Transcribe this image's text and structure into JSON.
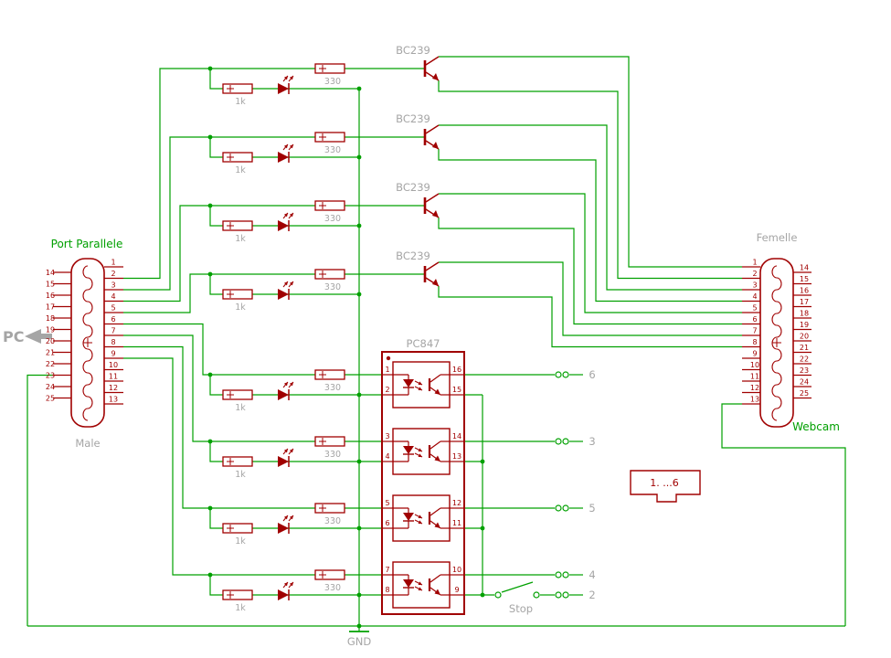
{
  "colors": {
    "wire": "#00A000",
    "component": "#A00000",
    "label_gray": "#A5A5A5",
    "label_green": "#00A000"
  },
  "pc": {
    "label": "PC"
  },
  "left_connector": {
    "title": "Port Parallele",
    "subtitle": "Male",
    "right_pins": [
      1,
      2,
      3,
      4,
      5,
      6,
      7,
      8,
      9,
      10,
      11,
      12,
      13
    ],
    "left_pins": [
      14,
      15,
      16,
      17,
      18,
      19,
      20,
      21,
      22,
      23,
      24,
      25
    ]
  },
  "right_connector": {
    "title": "Femelle",
    "subtitle": "Webcam",
    "left_pins": [
      1,
      2,
      3,
      4,
      5,
      6,
      7,
      8,
      9,
      10,
      11,
      12,
      13
    ],
    "right_pins": [
      14,
      15,
      16,
      17,
      18,
      19,
      20,
      21,
      22,
      23,
      24,
      25
    ]
  },
  "transistor_stages": [
    {
      "name": "BC239",
      "series_resistor": "330",
      "led_resistor": "1k"
    },
    {
      "name": "BC239",
      "series_resistor": "330",
      "led_resistor": "1k"
    },
    {
      "name": "BC239",
      "series_resistor": "330",
      "led_resistor": "1k"
    },
    {
      "name": "BC239",
      "series_resistor": "330",
      "led_resistor": "1k"
    }
  ],
  "opto_stages": [
    {
      "series_resistor": "330",
      "led_resistor": "1k"
    },
    {
      "series_resistor": "330",
      "led_resistor": "1k"
    },
    {
      "series_resistor": "330",
      "led_resistor": "1k"
    },
    {
      "series_resistor": "330",
      "led_resistor": "1k"
    }
  ],
  "optocoupler": {
    "name": "PC847",
    "left_pins": [
      1,
      2,
      3,
      4,
      5,
      6,
      7,
      8
    ],
    "right_pins": [
      16,
      15,
      14,
      13,
      12,
      11,
      10,
      9
    ]
  },
  "outputs": [
    {
      "label": "6"
    },
    {
      "label": "3"
    },
    {
      "label": "5"
    },
    {
      "label": "4"
    },
    {
      "label": "2"
    }
  ],
  "switch": {
    "label": "Stop"
  },
  "ground": {
    "label": "GND"
  },
  "cable": {
    "label": "1. ...6"
  }
}
